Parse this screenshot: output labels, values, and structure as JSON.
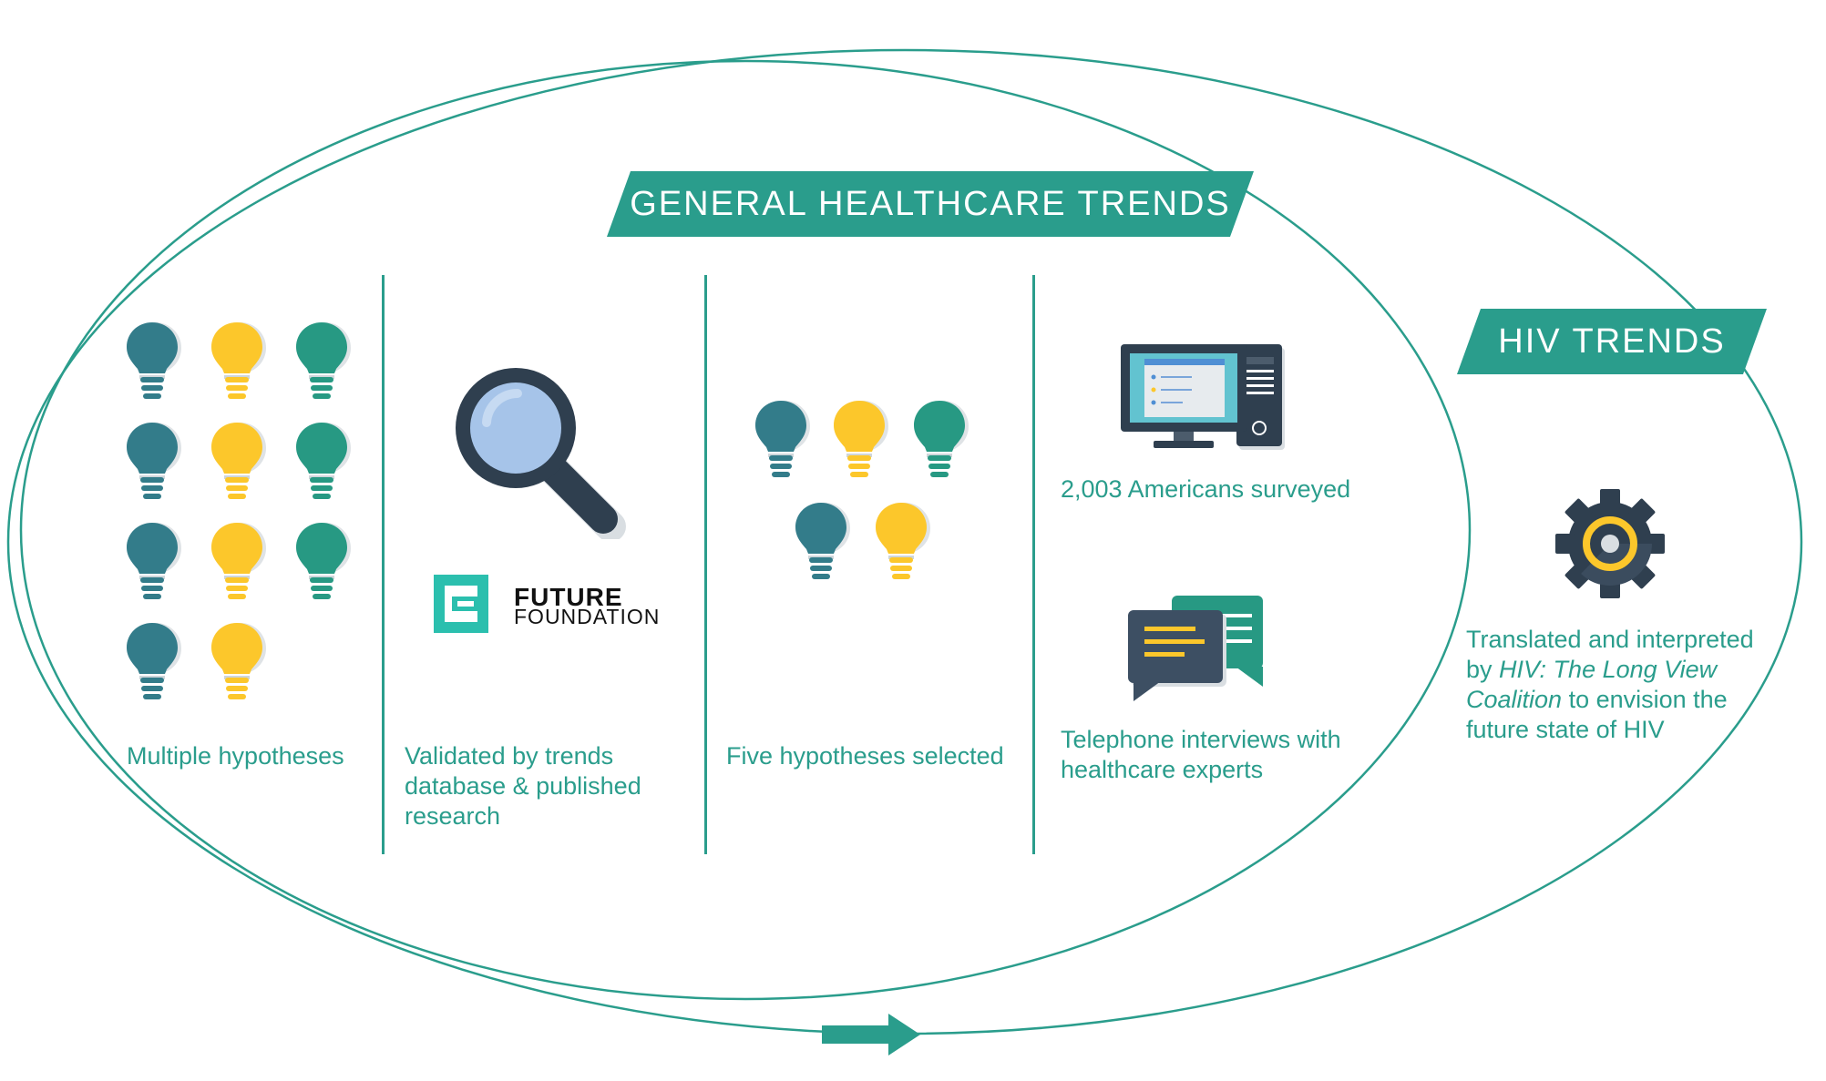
{
  "banners": {
    "general": "GENERAL HEALTHCARE TRENDS",
    "hiv": "HIV TRENDS"
  },
  "steps": {
    "hypotheses": "Multiple hypotheses",
    "validated": "Validated by trends database & published research",
    "selected": "Five hypotheses selected",
    "surveyed": "2,003 Americans surveyed",
    "interviews": "Telephone interviews with healthcare experts",
    "hiv_prefix": "Translated and interpreted by ",
    "hiv_italic": "HIV: The Long View Coalition",
    "hiv_suffix": " to envision the future state of HIV"
  },
  "logo": {
    "line1": "FUTURE",
    "line2": "FOUNDATION"
  },
  "icons": {
    "bulbs": "lightbulb-icon",
    "search": "magnifying-glass-icon",
    "computer": "desktop-computer-icon",
    "chat": "chat-bubbles-icon",
    "gear": "gear-icon",
    "arrow": "right-arrow-icon"
  },
  "colors": {
    "teal": "#2a9d8c",
    "petrol": "#337c8a",
    "yellow": "#fcc72b",
    "green": "#279983",
    "navy": "#2f3f4f"
  }
}
